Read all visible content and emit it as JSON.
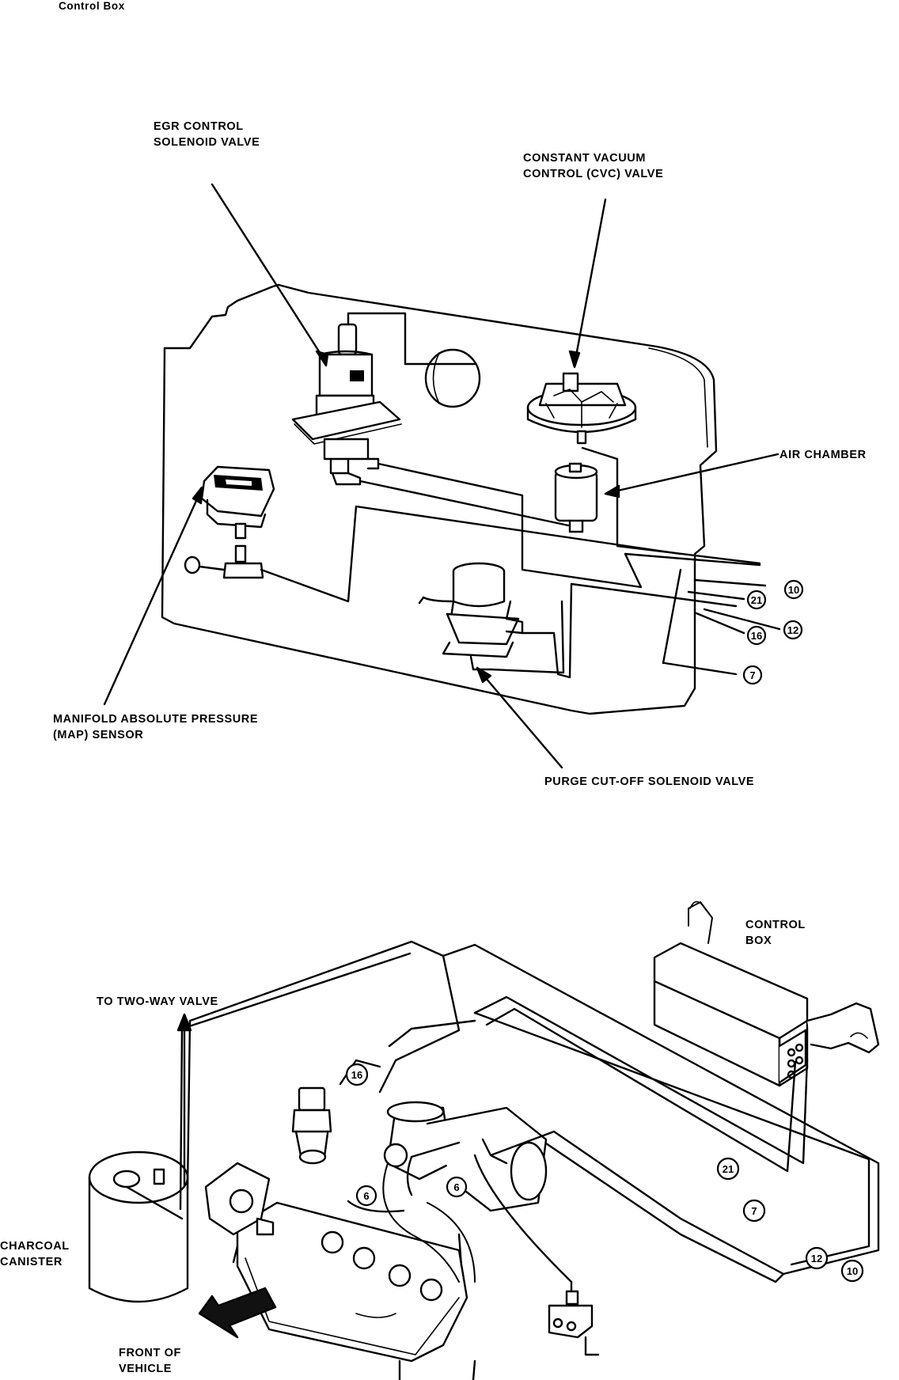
{
  "page_title": "Control Box",
  "top_diagram": {
    "labels": {
      "egr_valve": [
        "EGR CONTROL",
        "SOLENOID VALVE"
      ],
      "cvc_valve": [
        "CONSTANT VACUUM",
        "CONTROL (CVC) VALVE"
      ],
      "air_chamber": "AIR CHAMBER",
      "map_sensor": [
        "MANIFOLD ABSOLUTE PRESSURE",
        "(MAP) SENSOR"
      ],
      "purge_valve": "PURGE CUT-OFF SOLENOID VALVE"
    },
    "hose_numbers": [
      "10",
      "21",
      "12",
      "16",
      "7"
    ]
  },
  "bottom_diagram": {
    "labels": {
      "control_box": [
        "CONTROL",
        "BOX"
      ],
      "two_way_valve": "TO TWO-WAY VALVE",
      "charcoal_canister": [
        "CHARCOAL",
        "CANISTER"
      ],
      "front_of_vehicle": [
        "FRONT OF",
        "VEHICLE"
      ]
    },
    "hose_numbers": [
      "16",
      "6",
      "6",
      "21",
      "7",
      "12",
      "10"
    ]
  }
}
